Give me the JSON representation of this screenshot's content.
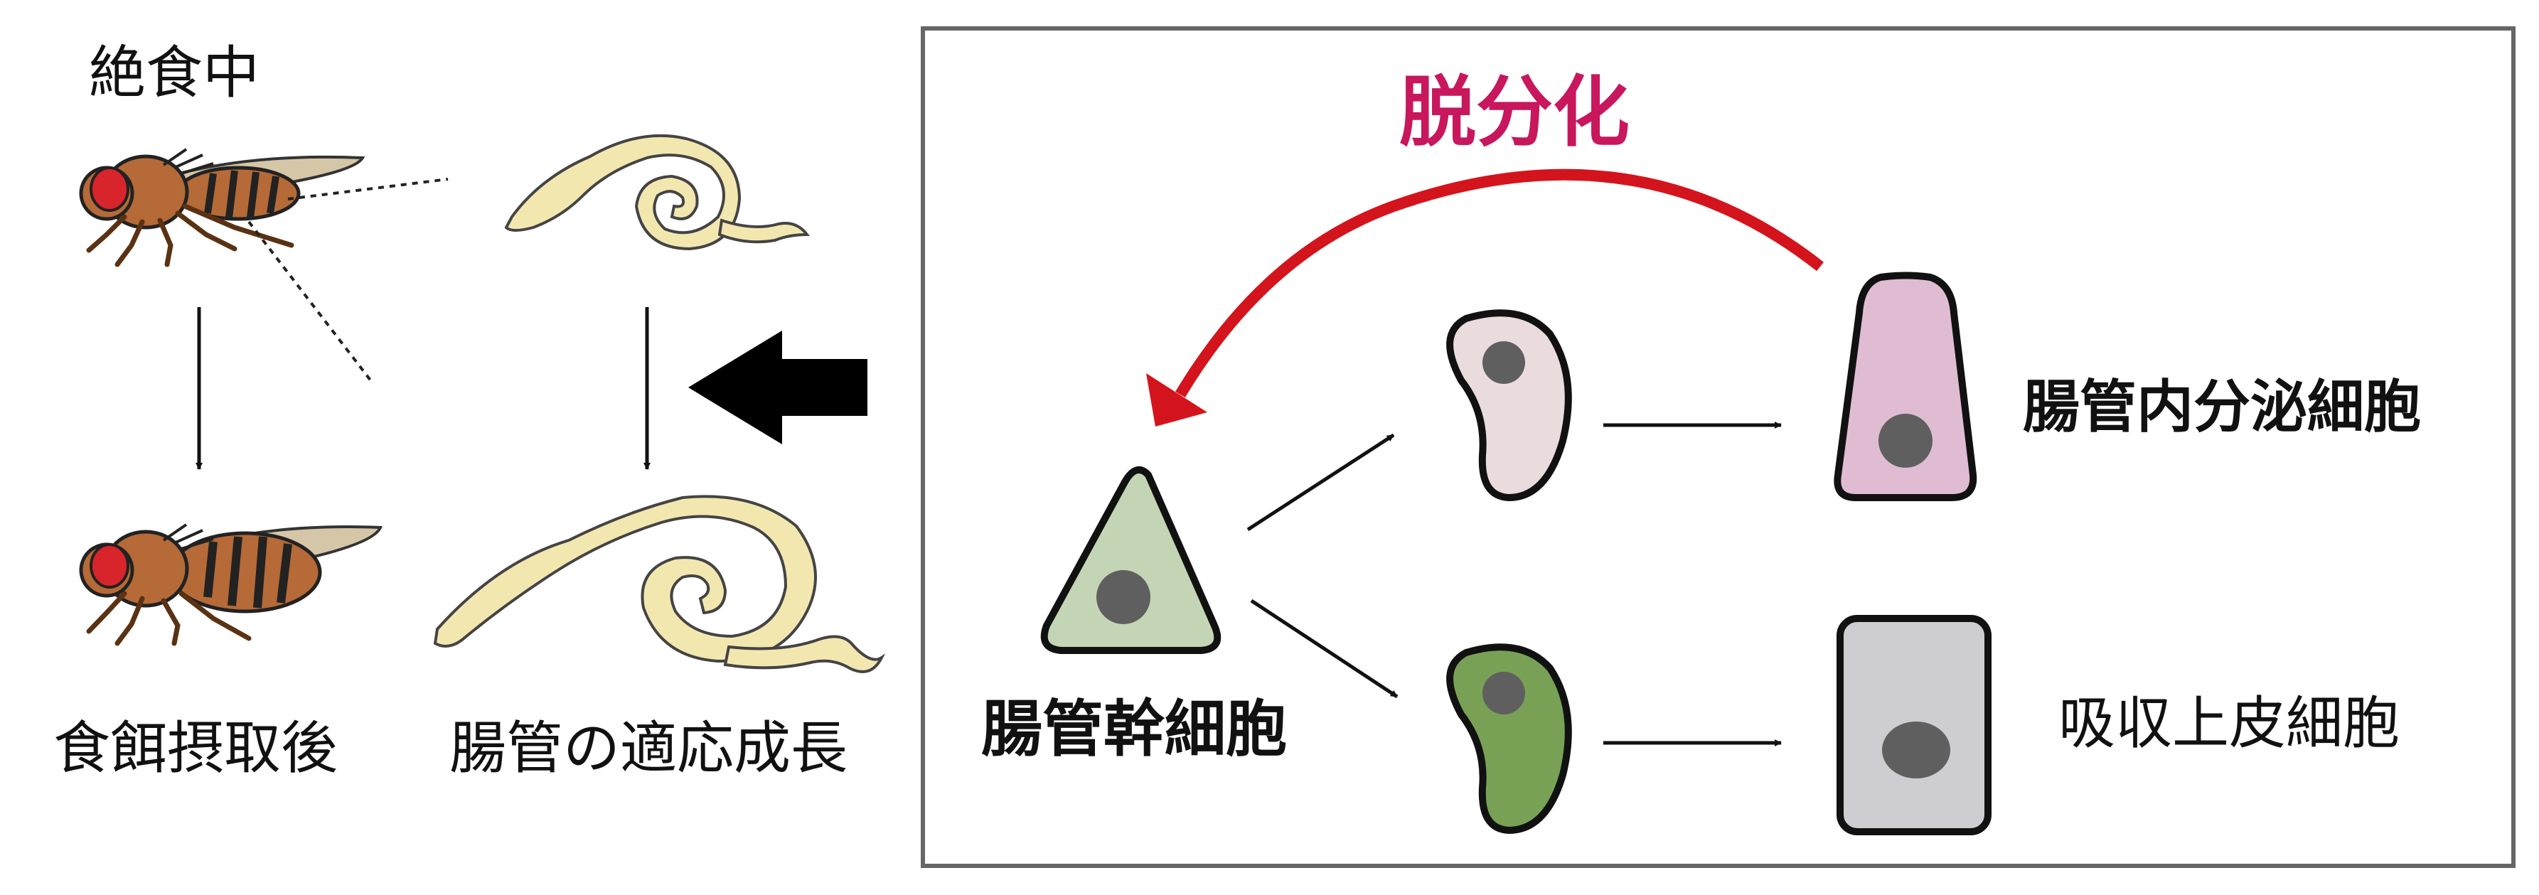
{
  "left": {
    "fasting_label": "絶食中",
    "after_feeding_label": "食餌摂取後",
    "gut_growth_label": "腸管の適応成長"
  },
  "panel": {
    "dedifferentiation_label": "脱分化",
    "stem_cell_label": "腸管幹細胞",
    "enteroendocrine_label": "腸管内分泌細胞",
    "enterocyte_label": "吸収上皮細胞"
  },
  "colors": {
    "accent_text": "#c8175d",
    "accent_arrow": "#d4141c",
    "stem_cell": "#c4d5b5",
    "ee_precursor": "#eadcdc",
    "ee_cell": "#e0bcd2",
    "ec_precursor": "#78a155",
    "ec_cell": "#cdcdd2",
    "nucleus": "#5f5f5f",
    "gut": "#f3e7b0",
    "fly_body": "#b56a37",
    "fly_eye": "#d8242b",
    "fly_wing": "#d6c6a8",
    "frame": "#666666"
  }
}
